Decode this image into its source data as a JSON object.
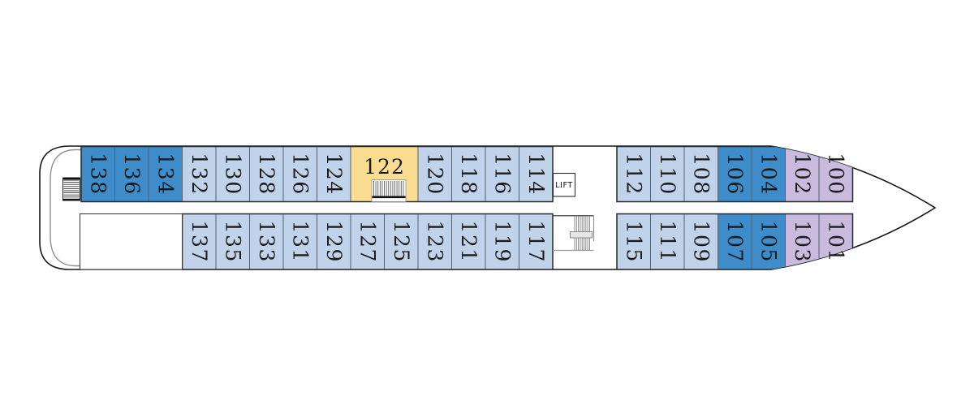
{
  "deck_plan": {
    "lift_label": "LIFT",
    "colors": {
      "background": "#ffffff",
      "hull_line": "#151515",
      "inner_stern_line": "#8f8f8f",
      "block_border": "#24292f",
      "cabin_divider": "#55616f",
      "label_text": "#1b1b1b",
      "blue_dark": "#3e8cc9",
      "blue_light": "#c1d3eb",
      "purple": "#c9bade",
      "yellow": "#fbdd92",
      "stair_line": "#5a5a5a",
      "stair_base": "#111111",
      "landing_fill": "#e6e6e6",
      "wall_gray": "#8a8a8a",
      "white": "#ffffff"
    },
    "rows": {
      "top": {
        "cabins": [
          {
            "number": "138",
            "category": "blue_dark",
            "zone": "aft"
          },
          {
            "number": "136",
            "category": "blue_dark",
            "zone": "aft"
          },
          {
            "number": "134",
            "category": "blue_dark",
            "zone": "aft"
          },
          {
            "number": "132",
            "category": "blue_light",
            "zone": "aft"
          },
          {
            "number": "130",
            "category": "blue_light",
            "zone": "aft"
          },
          {
            "number": "128",
            "category": "blue_light",
            "zone": "aft"
          },
          {
            "number": "126",
            "category": "blue_light",
            "zone": "aft"
          },
          {
            "number": "124",
            "category": "blue_light",
            "zone": "aft"
          },
          {
            "number": "122",
            "category": "yellow",
            "zone": "aft",
            "double": true,
            "horizontal_label": true,
            "has_stairs": true
          },
          {
            "number": "120",
            "category": "blue_light",
            "zone": "aft"
          },
          {
            "number": "118",
            "category": "blue_light",
            "zone": "aft"
          },
          {
            "number": "116",
            "category": "blue_light",
            "zone": "aft"
          },
          {
            "number": "114",
            "category": "blue_light",
            "zone": "aft"
          },
          {
            "number": "112",
            "category": "blue_light",
            "zone": "forward"
          },
          {
            "number": "110",
            "category": "blue_light",
            "zone": "forward"
          },
          {
            "number": "108",
            "category": "blue_light",
            "zone": "forward"
          },
          {
            "number": "106",
            "category": "blue_dark",
            "zone": "forward"
          },
          {
            "number": "104",
            "category": "blue_dark",
            "zone": "forward"
          },
          {
            "number": "102",
            "category": "purple",
            "zone": "forward"
          },
          {
            "number": "100",
            "category": "purple",
            "zone": "forward"
          }
        ]
      },
      "bottom": {
        "cabins": [
          {
            "number": "137",
            "category": "blue_light",
            "zone": "aft"
          },
          {
            "number": "135",
            "category": "blue_light",
            "zone": "aft"
          },
          {
            "number": "133",
            "category": "blue_light",
            "zone": "aft"
          },
          {
            "number": "131",
            "category": "blue_light",
            "zone": "aft"
          },
          {
            "number": "129",
            "category": "blue_light",
            "zone": "aft"
          },
          {
            "number": "127",
            "category": "blue_light",
            "zone": "aft"
          },
          {
            "number": "125",
            "category": "blue_light",
            "zone": "aft"
          },
          {
            "number": "123",
            "category": "blue_light",
            "zone": "aft"
          },
          {
            "number": "121",
            "category": "blue_light",
            "zone": "aft"
          },
          {
            "number": "119",
            "category": "blue_light",
            "zone": "aft"
          },
          {
            "number": "117",
            "category": "blue_light",
            "zone": "aft"
          },
          {
            "number": "115",
            "category": "blue_light",
            "zone": "forward"
          },
          {
            "number": "111",
            "category": "blue_light",
            "zone": "forward"
          },
          {
            "number": "109",
            "category": "blue_light",
            "zone": "forward"
          },
          {
            "number": "107",
            "category": "blue_dark",
            "zone": "forward"
          },
          {
            "number": "105",
            "category": "blue_dark",
            "zone": "forward"
          },
          {
            "number": "103",
            "category": "purple",
            "zone": "forward"
          },
          {
            "number": "101",
            "category": "purple",
            "zone": "forward"
          }
        ]
      }
    },
    "features": {
      "stern_stairs": "stairs",
      "midship_stairs": "stairs",
      "cabin_122_stairs": "stairs",
      "open_deck": "open deck area"
    }
  }
}
